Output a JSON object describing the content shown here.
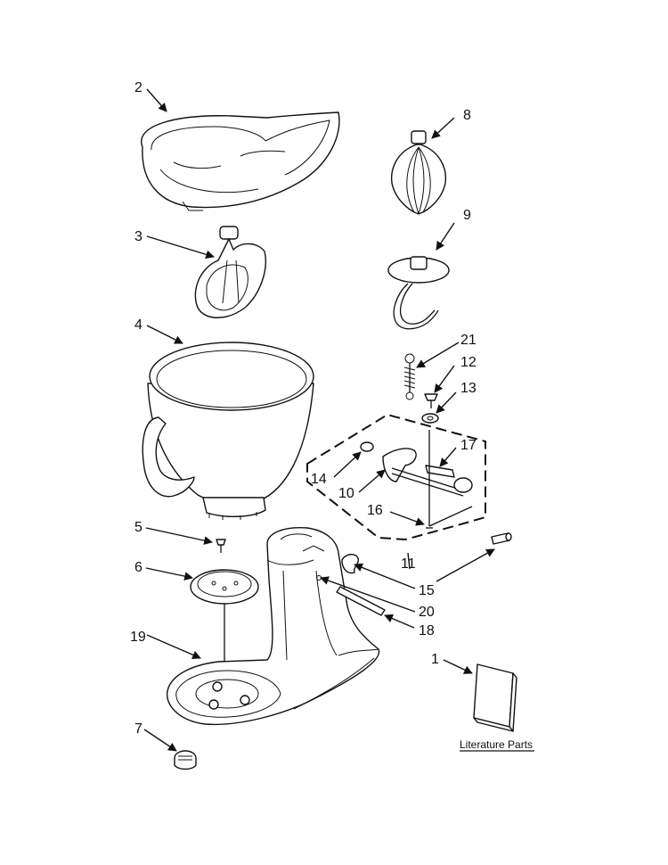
{
  "diagram": {
    "callouts": {
      "c1": "1",
      "c2": "2",
      "c3": "3",
      "c4": "4",
      "c5": "5",
      "c6": "6",
      "c7": "7",
      "c8": "8",
      "c9": "9",
      "c10": "10",
      "c11": "11",
      "c12": "12",
      "c13": "13",
      "c14": "14",
      "c15": "15",
      "c16": "16",
      "c17": "17",
      "c18": "18",
      "c19": "19",
      "c20": "20",
      "c21": "21"
    },
    "literature_label": "Literature Parts"
  },
  "colors": {
    "line": "#111111",
    "background": "#ffffff"
  }
}
